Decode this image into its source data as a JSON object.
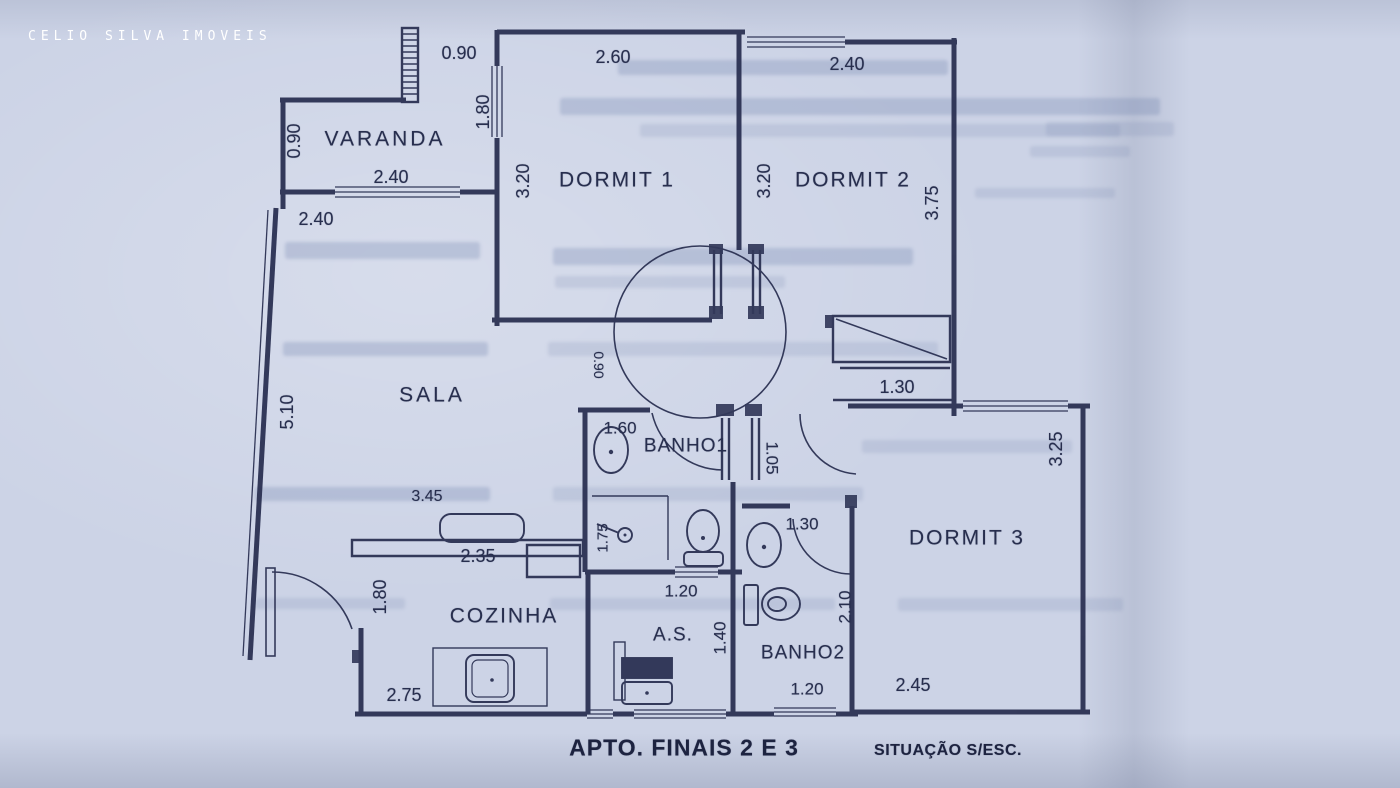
{
  "watermark": "CELIO SILVA IMOVEIS",
  "title": "APTO. FINAIS 2 E 3",
  "subtitle": "SITUAÇÃO S/ESC.",
  "colors": {
    "paper": "#ccd3e6",
    "ink": "#2a3052",
    "watermark": "#ffffff"
  },
  "rooms": {
    "varanda": "VARANDA",
    "dormit1": "DORMIT 1",
    "dormit2": "DORMIT 2",
    "dormit3": "DORMIT 3",
    "sala": "SALA",
    "banho1": "BANHO1",
    "banho2": "BANHO2",
    "cozinha": "COZINHA",
    "servico": "A.S."
  },
  "dims": {
    "top_gap": "0.90",
    "dormit1_width": "2.60",
    "dormit2_width": "2.40",
    "varanda_depth": "0.90",
    "varanda_width": "2.40",
    "sala_top": "2.40",
    "dormit1_window": "1.80",
    "dormit1_left": "3.20",
    "dormit1_right": "3.20",
    "dormit2_height": "3.75",
    "sala_height": "5.10",
    "hall_gap": "0.90",
    "banho1_sink": "1.60",
    "hall_width": "1.05",
    "closet": "1.30",
    "dormit3_height": "3.25",
    "kitchen_top": "3.45",
    "kitchen_counter": "2.35",
    "banho1_shower": "1.75",
    "banho1_width": "1.20",
    "banho2_sink": "1.30",
    "banho2_depth": "2.10",
    "entry_door": "1.80",
    "cozinha_width": "2.75",
    "servico_width": "1.40",
    "banho2_width": "1.20",
    "dormit3_width": "2.45"
  }
}
